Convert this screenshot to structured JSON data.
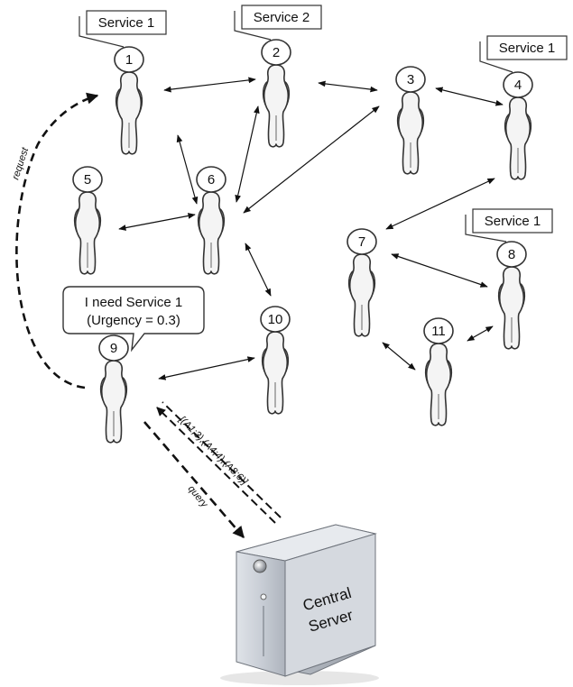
{
  "nodes": [
    {
      "id": "1",
      "label": "1",
      "service": "Service 1"
    },
    {
      "id": "2",
      "label": "2",
      "service": "Service 2"
    },
    {
      "id": "3",
      "label": "3",
      "service": ""
    },
    {
      "id": "4",
      "label": "4",
      "service": "Service 1"
    },
    {
      "id": "5",
      "label": "5",
      "service": ""
    },
    {
      "id": "6",
      "label": "6",
      "service": ""
    },
    {
      "id": "7",
      "label": "7",
      "service": ""
    },
    {
      "id": "8",
      "label": "8",
      "service": "Service 1"
    },
    {
      "id": "9",
      "label": "9",
      "service": ""
    },
    {
      "id": "10",
      "label": "10",
      "service": ""
    },
    {
      "id": "11",
      "label": "11",
      "service": ""
    }
  ],
  "links": [
    [
      "1",
      "2"
    ],
    [
      "1",
      "6"
    ],
    [
      "2",
      "3"
    ],
    [
      "2",
      "6"
    ],
    [
      "3",
      "4"
    ],
    [
      "3",
      "6"
    ],
    [
      "4",
      "7"
    ],
    [
      "5",
      "6"
    ],
    [
      "6",
      "10"
    ],
    [
      "7",
      "8"
    ],
    [
      "7",
      "11"
    ],
    [
      "8",
      "11"
    ],
    [
      "9",
      "10"
    ]
  ],
  "callout": {
    "line1": "I need Service 1",
    "line2": "(Urgency = 0.3)"
  },
  "request_label": "request",
  "query_label": "query",
  "response_label": "[(A1;3),(A4;4),(A8;6)]",
  "server": {
    "line1": "Central",
    "line2": "Server"
  }
}
